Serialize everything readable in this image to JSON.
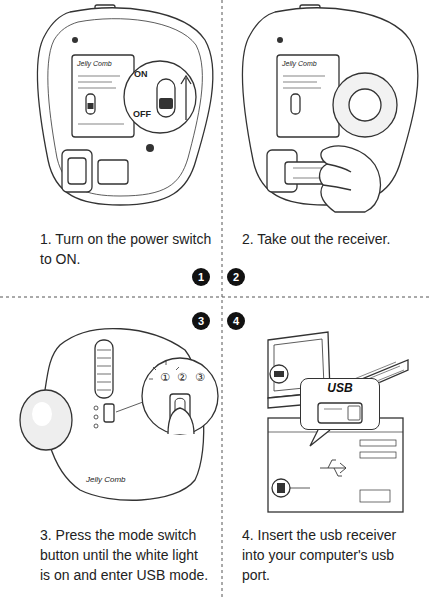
{
  "diagram": {
    "nodes": [
      {
        "text": [
          "1"
        ]
      },
      {
        "text": [
          "2"
        ]
      },
      {
        "text": [
          "3"
        ]
      },
      {
        "text": [
          "4"
        ]
      },
      {
        "text": [
          "USB"
        ]
      }
    ],
    "labels": [
      "1. Turn on the power switch to ON.",
      "ON",
      "OFF",
      "Jelly Comb",
      "2. Take out the receiver.",
      "Jelly Comb",
      "3. Press the mode switch button until the white light is on and enter USB mode.",
      "①",
      "②",
      "③",
      "Jelly Comb",
      "4. Insert the usb receiver into your computer's usb port."
    ]
  }
}
